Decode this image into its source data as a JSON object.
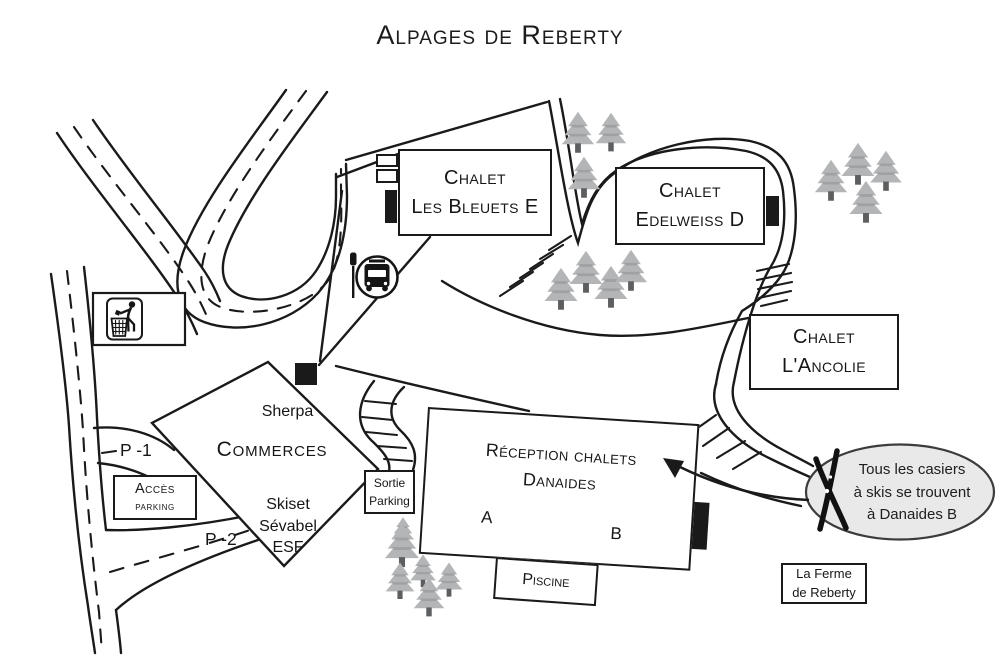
{
  "title": "Alpages de Reberty",
  "chalets": {
    "bleuets": {
      "line1": "Chalet",
      "line2": "Les Bleuets E"
    },
    "edelweiss": {
      "line1": "Chalet",
      "line2": "Edelweiss D"
    },
    "ancolie": {
      "line1": "Chalet",
      "line2": "L'Ancolie"
    }
  },
  "reception": {
    "line1": "Réception chalets",
    "line2": "Danaides",
    "wing_a": "A",
    "wing_b": "B"
  },
  "piscine": {
    "label": "Piscine"
  },
  "ferme": {
    "line1": "La Ferme",
    "line2": "de Reberty"
  },
  "commerces": {
    "shop_top": "Sherpa",
    "title": "Commerces",
    "shop1": "Skiset",
    "shop2": "Sévabel",
    "shop3": "ESF"
  },
  "parking": {
    "acces1": "Accès",
    "acces2": "parking",
    "sortie1": "Sortie",
    "sortie2": "Parking",
    "level1": "P -1",
    "level2": "P -2"
  },
  "bubble": {
    "line1": "Tous les casiers",
    "line2": "à skis se trouvent",
    "line3": "à Danaides B"
  },
  "colors": {
    "ink": "#1a1a1a",
    "tree_fill": "#b3b5b7",
    "tree_trunk": "#5c5e60",
    "bubble_fill": "#e9e9e9",
    "background": "#ffffff"
  }
}
